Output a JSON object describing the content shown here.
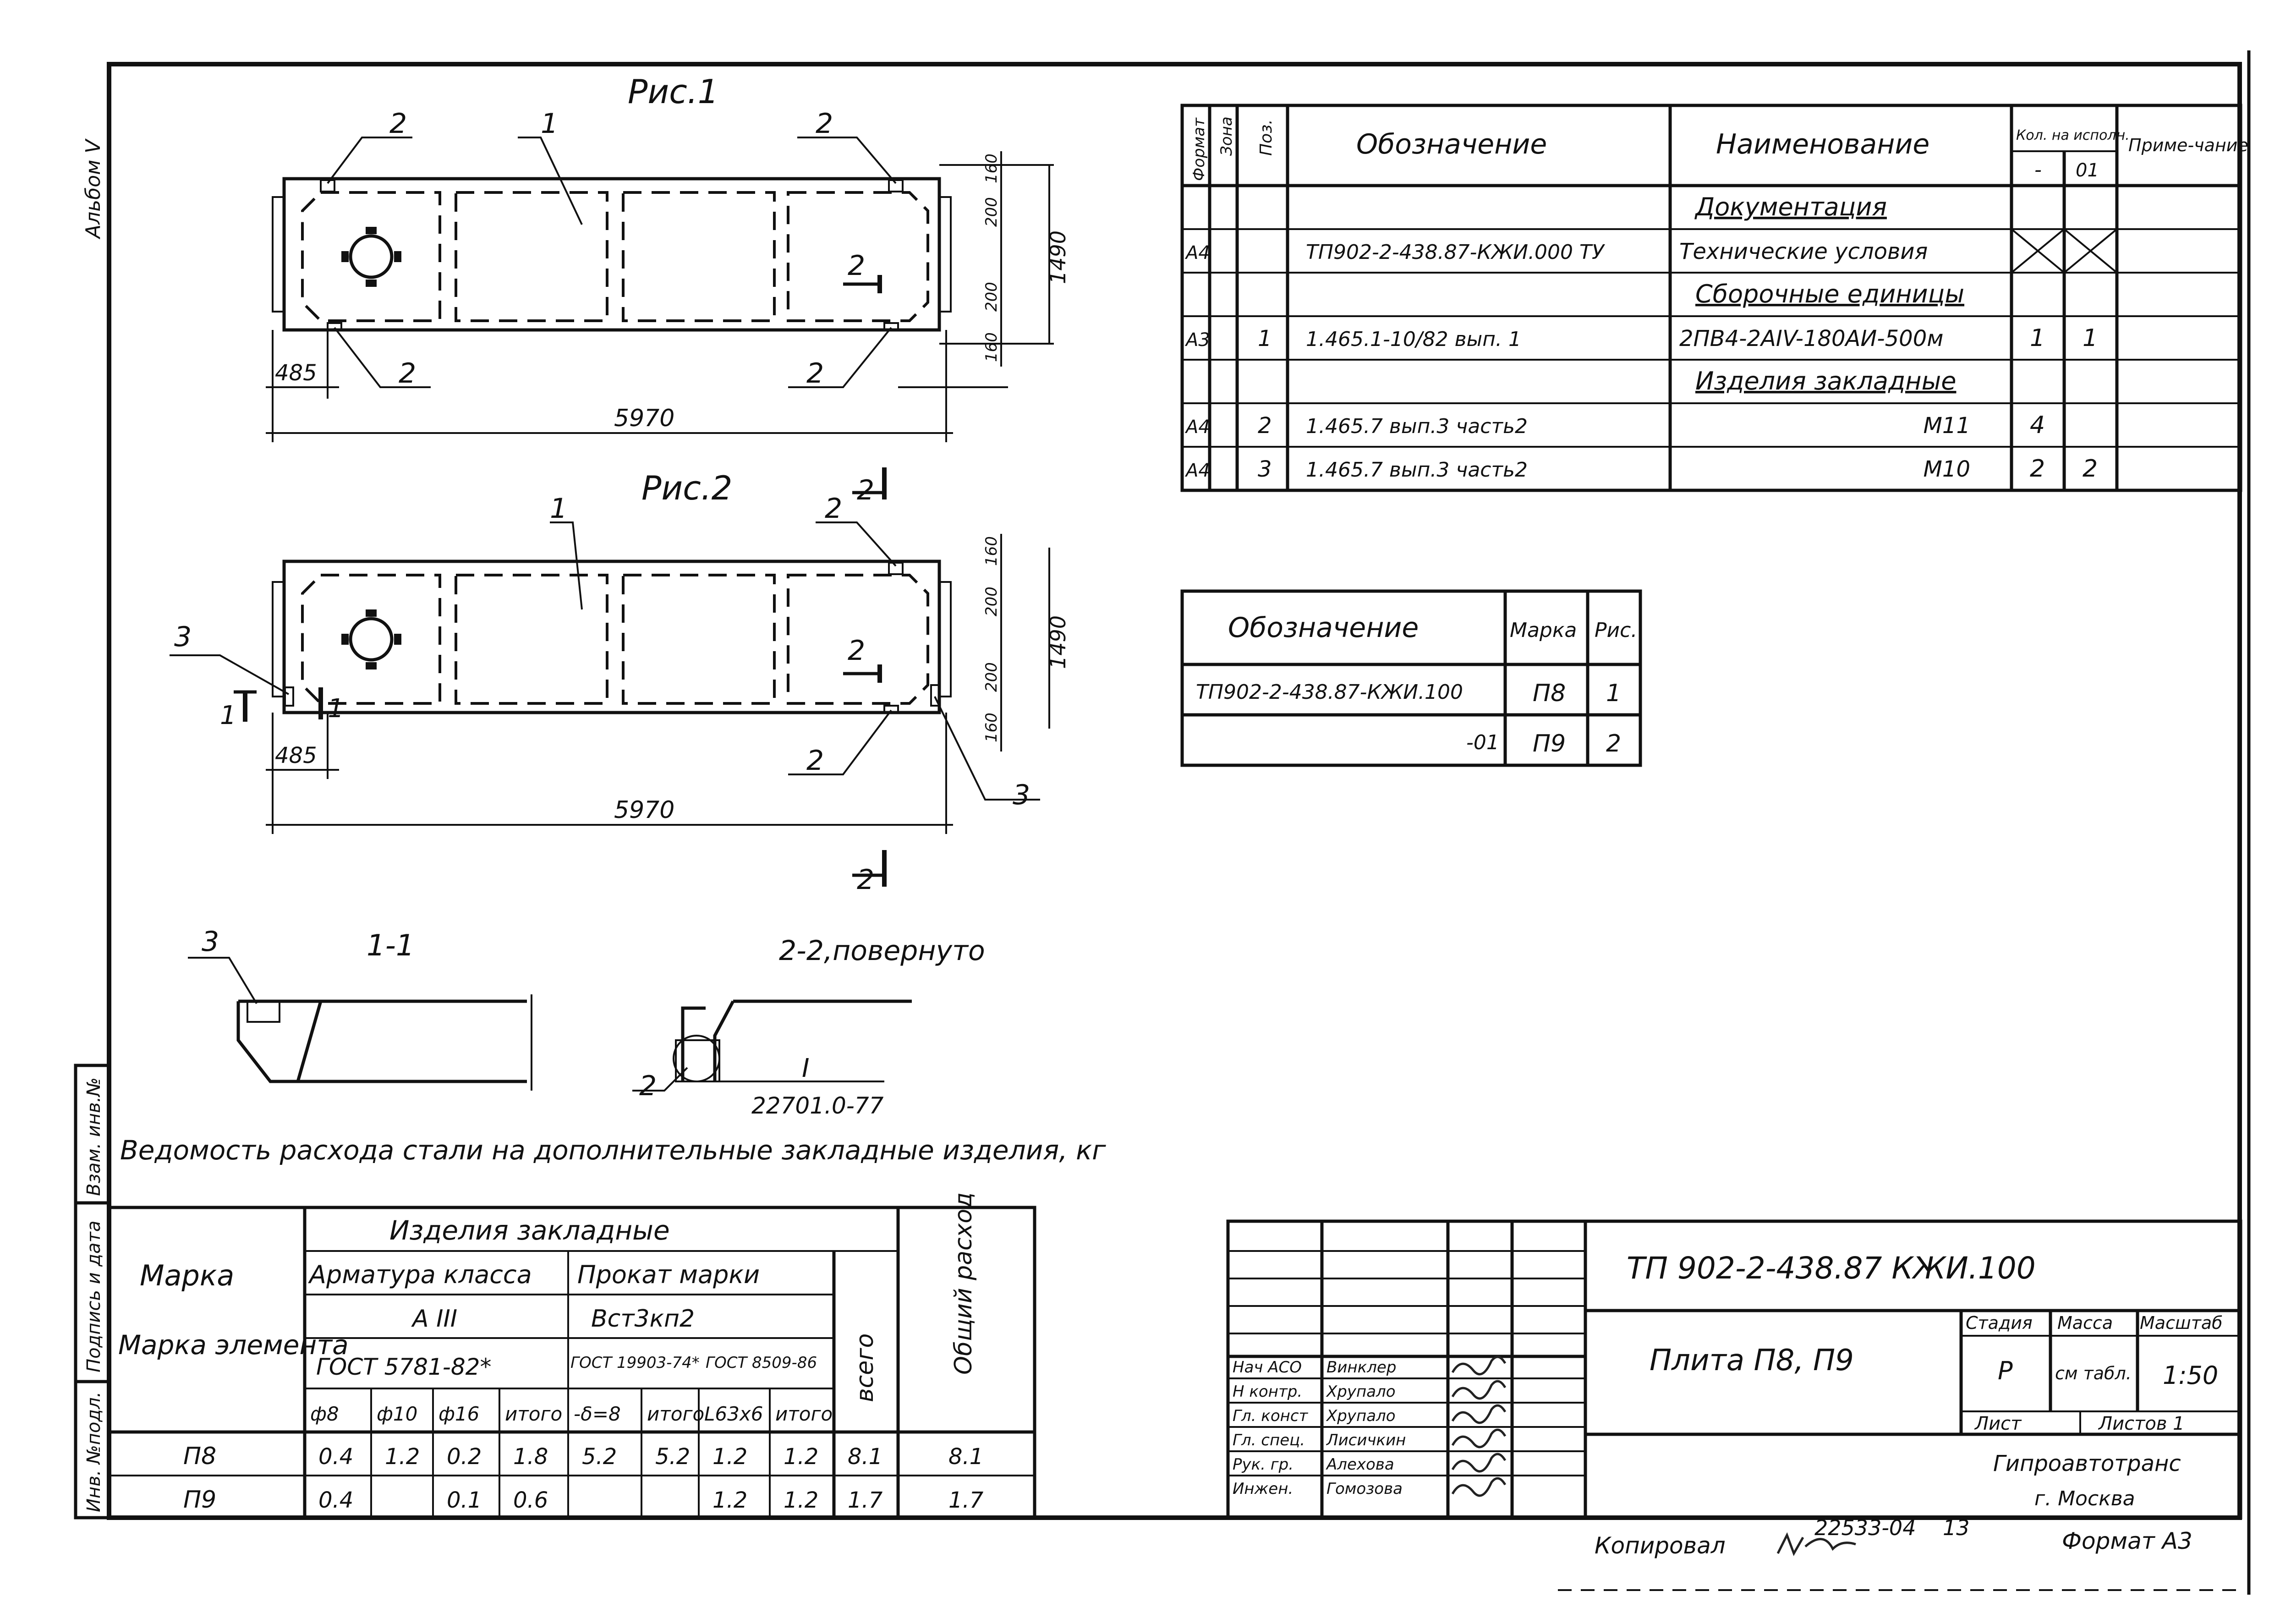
{
  "album_label": "Альбом V",
  "fig1": {
    "title": "Рис.1",
    "callouts": [
      "1",
      "2",
      "2",
      "2",
      "2"
    ],
    "section_mark": "2",
    "dims": {
      "length": "5970",
      "offset": "485",
      "height": "1490",
      "d160a": "160",
      "d200a": "200",
      "d200b": "200",
      "d160b": "160"
    }
  },
  "fig2": {
    "title": "Рис.2",
    "callouts": [
      "1",
      "2",
      "2",
      "3",
      "3"
    ],
    "section_marks": [
      "1",
      "1",
      "2",
      "2",
      "2"
    ],
    "dims": {
      "length": "5970",
      "offset": "485",
      "height": "1490",
      "d160a": "160",
      "d200a": "200",
      "d200b": "200",
      "d160b": "160"
    }
  },
  "section11": {
    "title": "1-1",
    "callout": "3"
  },
  "section22": {
    "title": "2-2,повернуто",
    "callout": "2",
    "note_roman": "I",
    "note_gost": "22701.0-77"
  },
  "spec": {
    "headers": {
      "format": "Формат",
      "zone": "Зона",
      "pos": "Поз.",
      "designation": "Обозначение",
      "name": "Наименование",
      "qty": "Кол. на исполн.",
      "qty_a": "-",
      "qty_b": "01",
      "note": "Приме-чание"
    },
    "rows": [
      {
        "format": "",
        "pos": "",
        "designation": "",
        "name": "Документация",
        "qa": "",
        "qb": ""
      },
      {
        "format": "А4",
        "pos": "",
        "designation": "ТП902-2-438.87-КЖИ.000 ТУ",
        "name": "Технические условия",
        "qa": "",
        "qb": ""
      },
      {
        "format": "",
        "pos": "",
        "designation": "",
        "name": "Сборочные единицы",
        "qa": "",
        "qb": ""
      },
      {
        "format": "А3",
        "pos": "1",
        "designation": "1.465.1-10/82 вып. 1",
        "name": "2ПВ4-2АIV-180АИ-500м",
        "qa": "1",
        "qb": "1"
      },
      {
        "format": "",
        "pos": "",
        "designation": "",
        "name": "Изделия закладные",
        "qa": "",
        "qb": ""
      },
      {
        "format": "А4",
        "pos": "2",
        "designation": "1.465.7 вып.3 часть2",
        "name": "М11",
        "qa": "4",
        "qb": ""
      },
      {
        "format": "А4",
        "pos": "3",
        "designation": "1.465.7 вып.3 часть2",
        "name": "М10",
        "qa": "2",
        "qb": "2"
      }
    ]
  },
  "marks": {
    "headers": {
      "designation": "Обозначение",
      "mark": "Марка",
      "fig": "Рис."
    },
    "rows": [
      {
        "designation": "ТП902-2-438.87-КЖИ.100",
        "mark": "П8",
        "fig": "1"
      },
      {
        "designation": "-01",
        "mark": "П9",
        "fig": "2"
      }
    ]
  },
  "steel": {
    "title": "Ведомость расхода стали на дополнительные закладные изделия, кг",
    "h_items": "Изделия закладные",
    "h_mark": "Марка элемента",
    "h_rebar": "Арматура класса",
    "h_rebar_class": "А III",
    "h_rebar_gost": "ГОСТ 5781-82*",
    "h_rolled": "Прокат марки",
    "h_rolled_grade": "Вст3кп2",
    "h_gost1": "ГОСТ 19903-74*",
    "h_gost2": "ГОСТ 8509-86",
    "h_total": "всего",
    "h_overall": "Общий расход",
    "cols": [
      "ф8",
      "ф10",
      "ф16",
      "итого",
      "-δ=8",
      "итого",
      "L63x6",
      "итого"
    ],
    "rows": [
      {
        "mark": "П8",
        "v": [
          "0.4",
          "1.2",
          "0.2",
          "1.8",
          "5.2",
          "5.2",
          "1.2",
          "1.2"
        ],
        "total": "8.1",
        "overall": "8.1"
      },
      {
        "mark": "П9",
        "v": [
          "0.4",
          "",
          "0.1",
          "0.6",
          "",
          "",
          "1.2",
          "1.2"
        ],
        "total": "1.7",
        "overall": "1.7"
      }
    ]
  },
  "left_margin": [
    "Инв. №подл.",
    "Подпись и дата",
    "Взам. инв.№"
  ],
  "title_block": {
    "code": "ТП 902-2-438.87 КЖИ.100",
    "name": "Плита П8, П9",
    "stage_h": "Стадия",
    "mass_h": "Масса",
    "scale_h": "Масштаб",
    "stage": "Р",
    "mass": "см табл.",
    "scale": "1:50",
    "sheet_h": "Лист",
    "sheets_h": "Листов 1",
    "org": "Гипроавтотранс",
    "city": "г. Москва",
    "people": [
      {
        "role": "Нач АСО",
        "name": "Винклер"
      },
      {
        "role": "Н контр.",
        "name": "Хрупало"
      },
      {
        "role": "Гл. конст",
        "name": "Хрупало"
      },
      {
        "role": "Гл. спец.",
        "name": "Лисичкин"
      },
      {
        "role": "Рук. гр.",
        "name": "Алехова"
      },
      {
        "role": "Инжен.",
        "name": "Гомозова"
      }
    ]
  },
  "footer": {
    "copied": "Копировал",
    "number": "22533-04",
    "sheet": "13",
    "format": "Формат А3"
  }
}
